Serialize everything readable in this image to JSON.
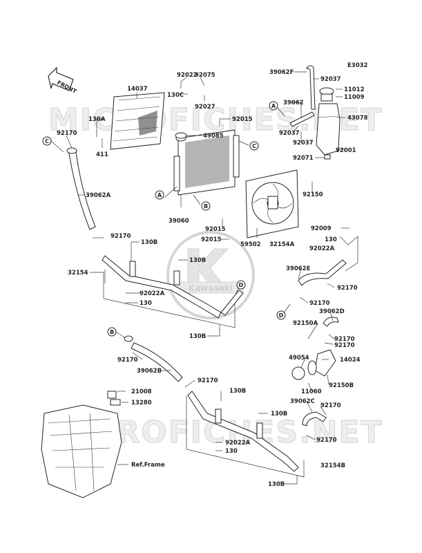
{
  "diagram_code": "E3032",
  "watermark": {
    "top": "MICROFICHES.NET",
    "bottom": "MICROFICHES.NET",
    "logo_text": "Kawasaki"
  },
  "front_label": "FRONT",
  "ref_frame": "Ref.Frame",
  "circle_letters": [
    "A",
    "A",
    "B",
    "B",
    "C",
    "C",
    "D",
    "D"
  ],
  "part_labels": {
    "p14037": "14037",
    "p130A": "130A",
    "p411": "411",
    "p92170_c": "92170",
    "p39062A": "39062A",
    "p92022": "92022",
    "p92075": "92075",
    "p130C": "130C",
    "p92027": "92027",
    "p92015_a": "92015",
    "p49085": "49085",
    "p39060": "39060",
    "p92015_b": "92015",
    "p92015_c": "92015",
    "p59502": "59502",
    "p39062F": "39062F",
    "p92037_a": "92037",
    "p11012": "11012",
    "p11009": "11009",
    "p39062": "39062",
    "p43078": "43078",
    "p92037_b": "92037",
    "p92037_c": "92037",
    "p92001": "92001",
    "p92071": "92071",
    "p92150": "92150",
    "p92009": "92009",
    "p130_a": "130",
    "p32154A": "32154A",
    "p92022A_a": "92022A",
    "p92170_a": "92170",
    "p130B_a": "130B",
    "p130B_b": "130B",
    "p32154": "32154",
    "p92022A_b": "92022A",
    "p130_b": "130",
    "p130B_c": "130B",
    "p39062E": "39062E",
    "p92170_e": "92170",
    "p92170_f": "92170",
    "p39062D": "39062D",
    "p92150A": "92150A",
    "p92170_g": "92170",
    "p92170_h": "92170",
    "p49054": "49054",
    "p14024": "14024",
    "p11060": "11060",
    "p92150B": "92150B",
    "p92170_b": "92170",
    "p39062B": "39062B",
    "p92170_i": "92170",
    "p130B_d": "130B",
    "p21008": "21008",
    "p13280": "13280",
    "p130B_e": "130B",
    "p92022A_c": "92022A",
    "p130_c": "130",
    "p39062C": "39062C",
    "p92170_j": "92170",
    "p92170_k": "92170",
    "p32154B": "32154B",
    "p130B_f": "130B"
  }
}
